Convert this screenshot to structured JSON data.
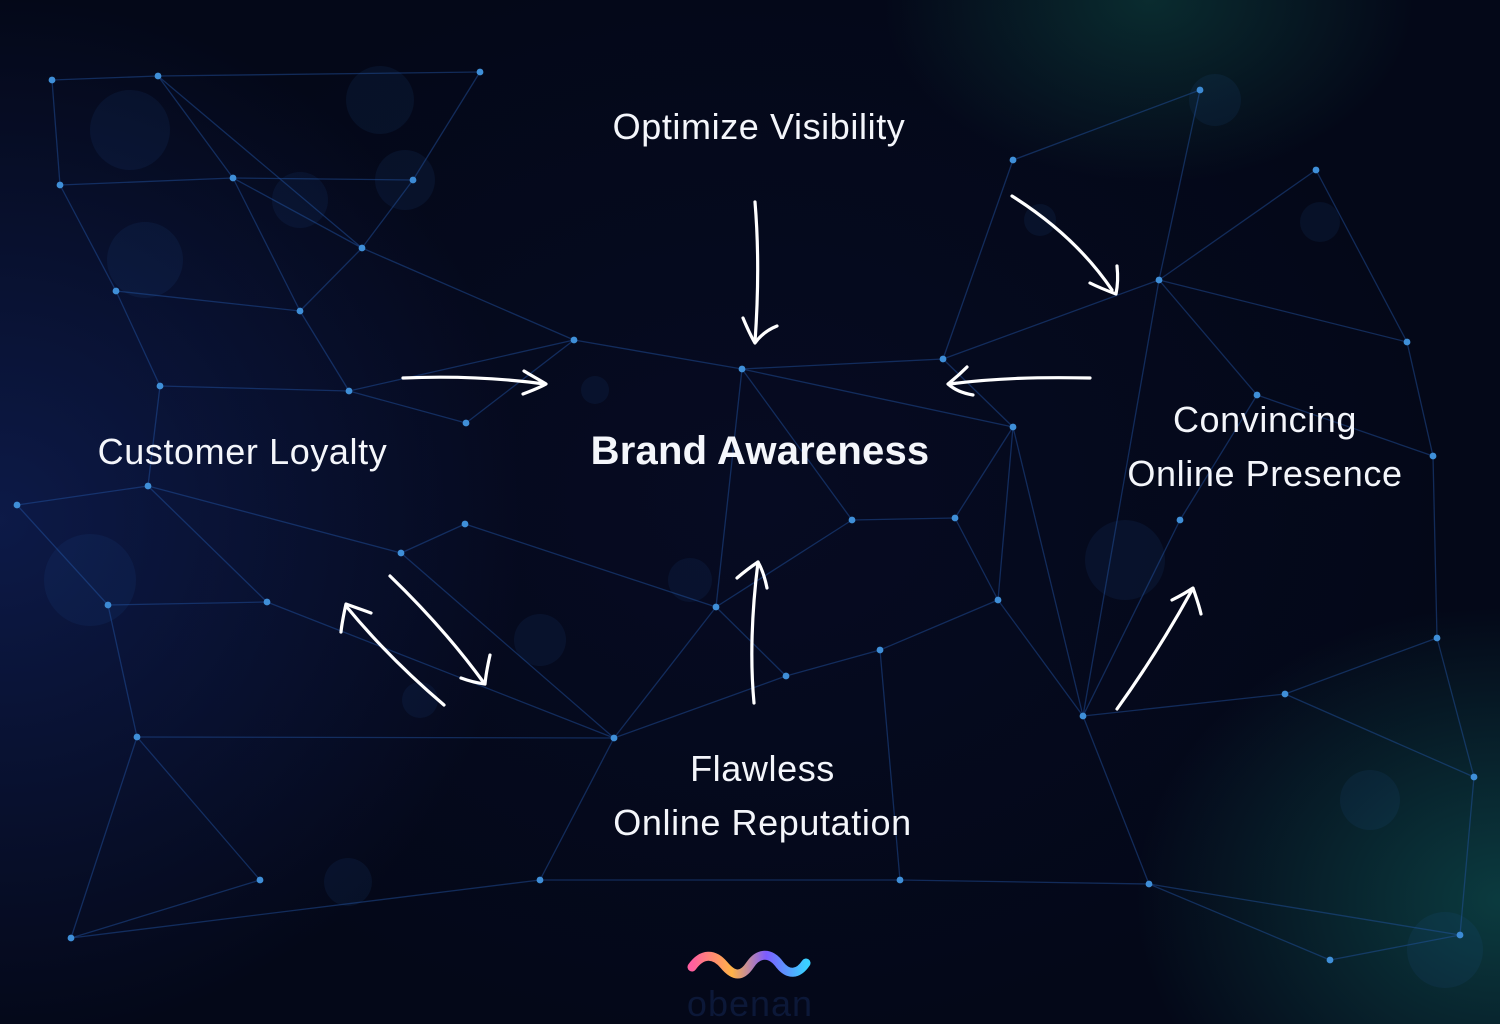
{
  "diagram": {
    "center": "Brand Awareness",
    "nodes": {
      "top": [
        "Optimize Visibility"
      ],
      "left": [
        "Customer Loyalty"
      ],
      "right": [
        "Convincing",
        "Online Presence"
      ],
      "bottom": [
        "Flawless",
        "Online Reputation"
      ]
    }
  },
  "logo": {
    "wordmark": "obenan",
    "gradient": [
      "#ff5fa0",
      "#ffb347",
      "#7d5cff",
      "#3ad0ff"
    ]
  },
  "colors": {
    "background": "#050a1a",
    "network_line": "#1e4a9a",
    "network_node": "#3f8fd8",
    "text": "#f4f6fb",
    "arrow": "#ffffff"
  }
}
